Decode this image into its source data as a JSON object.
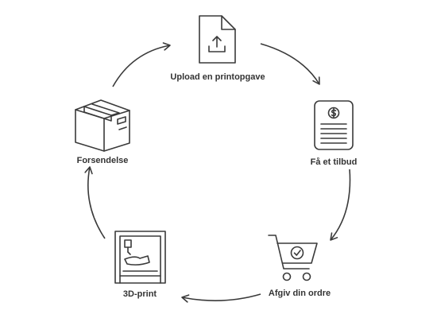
{
  "colors": {
    "stroke": "#3a3a3a",
    "text": "#333333",
    "background": "#ffffff"
  },
  "steps": [
    {
      "label": "Upload en printopgave",
      "icon": "upload-document-icon"
    },
    {
      "label": "Få et tilbud",
      "icon": "price-quote-document-icon"
    },
    {
      "label": "Afgiv din ordre",
      "icon": "shopping-cart-icon"
    },
    {
      "label": "3D-print",
      "icon": "3d-printer-icon"
    },
    {
      "label": "Forsendelse",
      "icon": "shipping-box-icon"
    }
  ]
}
